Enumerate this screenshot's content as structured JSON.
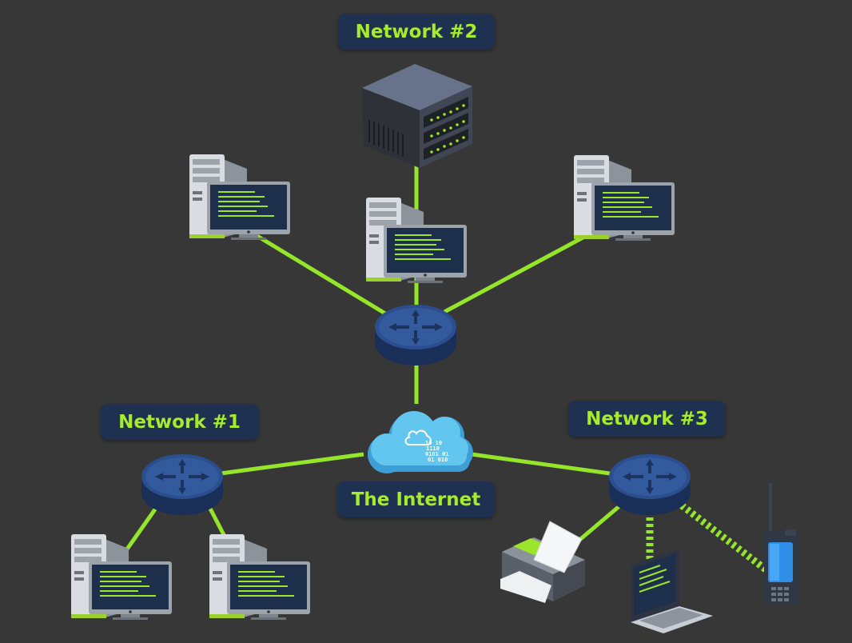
{
  "labels": {
    "network2": "Network #2",
    "network1": "Network #1",
    "network3": "Network #3",
    "internet": "The Internet"
  },
  "cloud_text": [
    "10  10",
    "1110",
    "0101  01",
    "01  010"
  ],
  "icons": {
    "server": "rack-server-icon",
    "workstation": "desktop-computer-icon",
    "router": "router-icon",
    "cloud": "cloud-icon",
    "printer": "printer-icon",
    "laptop": "laptop-icon",
    "phone": "mobile-phone-icon"
  },
  "colors": {
    "background": "#373737",
    "link": "#95e62a",
    "label_bg": "#1f3150",
    "label_text": "#a6ec2b",
    "router": "#25467f",
    "cloud": "#4eb4e8"
  }
}
